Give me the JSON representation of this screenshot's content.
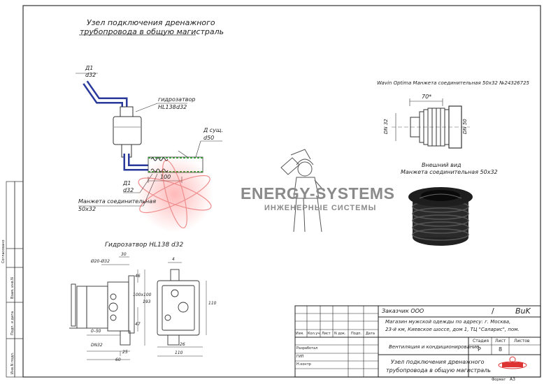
{
  "title": {
    "line1": "Узел подключения дренажного",
    "line2": "трубопровода в общую магистраль"
  },
  "scheme": {
    "d1_label_top": "Д1",
    "d32_label_top": "d32",
    "siphon_label": "гидрозатвор",
    "siphon_model": "HL138",
    "siphon_size": "d32",
    "existing_label": "Д  сущ.",
    "existing_size": "d50",
    "d1_label_bottom": "Д1",
    "d32_label_bottom": "d32",
    "dim_100": "100",
    "cuff_label": "Манжета соединительная",
    "cuff_size": "50x32"
  },
  "wavin": {
    "title": "Wavin Optima Манжета соединительная 50x32 №24326725",
    "dim_70": "70*",
    "dn32": "DN 32",
    "dn50": "DN 50",
    "view_label_1": "Внешний вид",
    "view_label_2": "Манжета соединительная 50x32"
  },
  "watermark": {
    "brand": "ENERGY-SYSTEMS",
    "tagline": "ИНЖЕНЕРНЫЕ СИСТЕМЫ"
  },
  "siphon_drawing": {
    "title": "Гидрозатвор HL138    d32",
    "dim_phi": "Ø20-Ø32",
    "dim_30": "30",
    "dim_46": "46",
    "dim_193": "193",
    "dim_100x100": "100x100",
    "dim_47": "47",
    "dim_0_50": "0–50",
    "dn32": "DN32",
    "dim_25": "25",
    "dim_60": "60",
    "dim_4": "4",
    "dim_110_h": "110",
    "dim_26": "26",
    "dim_110_w": "110"
  },
  "side_stamp": {
    "labels": [
      "Согласовано",
      "Взам. инв.N",
      "Подп. и дата",
      "Инв.N подл."
    ]
  },
  "title_block": {
    "customer": "Заказчик ООО",
    "slash": "/",
    "code": "BuK",
    "object": "Магазин мужской одежды                по адресу: г. Москва,",
    "address": "23-й км, Киевское шоссе, дом 1, ТЦ \"Саларис\", пом.",
    "section": "Вентиляция и кондиционирование",
    "sheet_title_1": "Узел подключения дренажного",
    "sheet_title_2": "трубопровода в общую магистраль",
    "col_headers": [
      "Изм.",
      "Кол.уч.",
      "Лист",
      "N док.",
      "Подп.",
      "Дата"
    ],
    "roles": [
      "Разработал",
      "ГИП",
      "Н.контр"
    ],
    "stage_header": "Стадия",
    "sheet_header": "Лист",
    "sheets_header": "Листов",
    "stage": "Р",
    "sheet_no": "8",
    "format_label": "Формат",
    "format": "А3"
  }
}
